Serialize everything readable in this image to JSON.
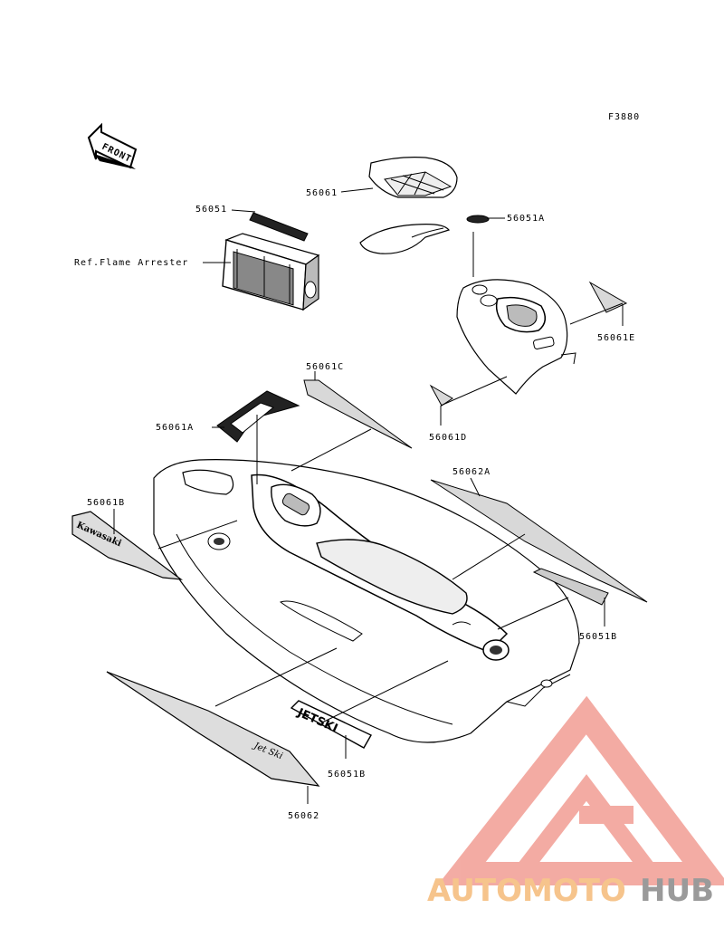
{
  "figure_code": "F3880",
  "front_label": "FRONT",
  "labels": {
    "p56051": "56051",
    "ref_flame_arrester": "Ref.Flame Arrester",
    "p56061": "56061",
    "p56051A": "56051A",
    "p56061E": "56061E",
    "p56061C": "56061C",
    "p56061A": "56061A",
    "p56061D": "56061D",
    "p56062A": "56062A",
    "p56061B": "56061B",
    "p56051B_right": "56051B",
    "p56051B_bottom": "56051B",
    "p56062": "56062"
  },
  "decal_text": {
    "kawasaki": "Kawasaki",
    "jetski": "JETSKI",
    "jetski_script": "Jet Ski"
  },
  "watermark": {
    "brand_part1": "AUTOMOTO",
    "brand_part2": "HUB",
    "color_red": "#f2a39a",
    "color_orange": "#f6c48c",
    "color_grey": "#9a9a9a"
  }
}
